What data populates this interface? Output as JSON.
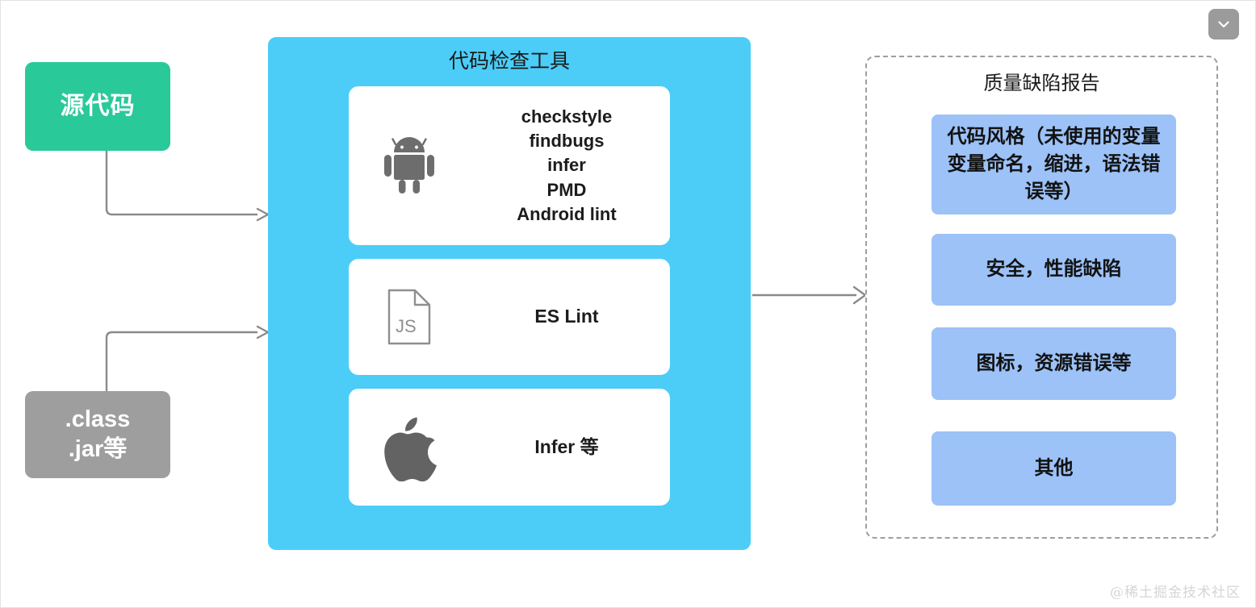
{
  "header": {
    "collapse_icon": "chevron-down-icon",
    "collapse_button_color": "#9b9b9b"
  },
  "inputs": {
    "source": {
      "label": "源代码",
      "color": "#2ac99a"
    },
    "binary": {
      "label": ".class\n.jar等",
      "color": "#9e9e9e"
    }
  },
  "tools_panel": {
    "title": "代码检查工具",
    "color": "#4bcdf8",
    "cards": [
      {
        "icon": "android-robot-icon",
        "label": "checkstyle\nfindbugs\ninfer\nPMD\nAndroid lint"
      },
      {
        "icon": "js-file-icon",
        "label": "ES Lint"
      },
      {
        "icon": "apple-logo-icon",
        "label": "Infer 等"
      }
    ]
  },
  "report_panel": {
    "title": "质量缺陷报告",
    "item_color": "#9cc2f7",
    "items": [
      {
        "label": "代码风格（未使用的变量\n变量命名，缩进，语法错\n误等）"
      },
      {
        "label": "安全，性能缺陷"
      },
      {
        "label": "图标，资源错误等"
      },
      {
        "label": "其他"
      }
    ]
  },
  "footer": {
    "watermark": "@稀土掘金技术社区"
  }
}
